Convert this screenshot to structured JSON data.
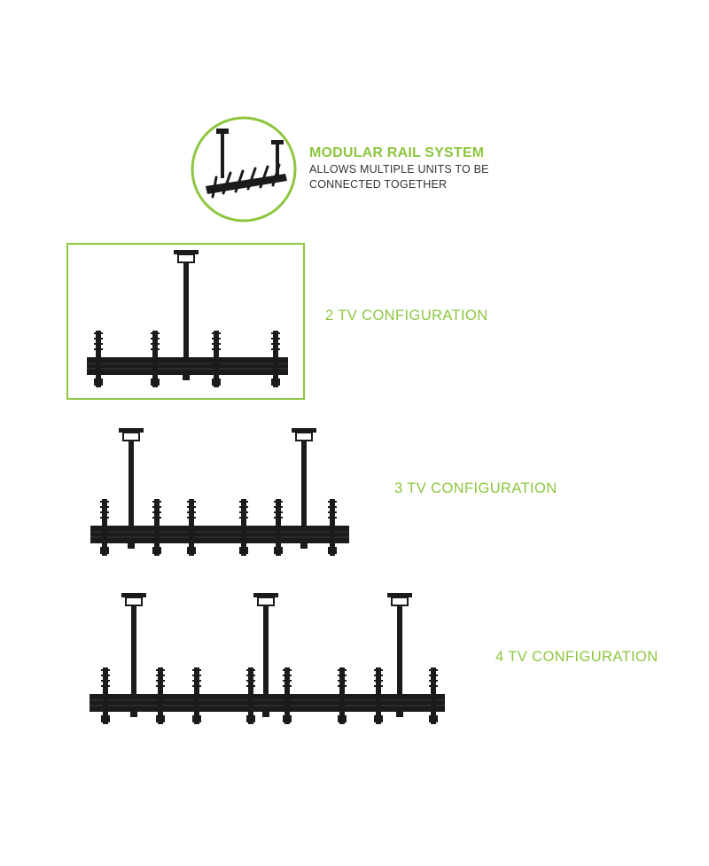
{
  "accent_color": "#8dc63f",
  "product_color": "#1b1b1b",
  "modular": {
    "title": "MODULAR RAIL SYSTEM",
    "line1": "ALLOWS MULTIPLE UNITS TO BE",
    "line2": "CONNECTED TOGETHER"
  },
  "configurations": [
    {
      "label": "2 TV CONFIGURATION",
      "ceiling_poles": 1,
      "screen_arms": 4,
      "highlighted": true
    },
    {
      "label": "3 TV CONFIGURATION",
      "ceiling_poles": 2,
      "screen_arms": 6,
      "highlighted": false
    },
    {
      "label": "4 TV CONFIGURATION",
      "ceiling_poles": 3,
      "screen_arms": 8,
      "highlighted": false
    }
  ]
}
